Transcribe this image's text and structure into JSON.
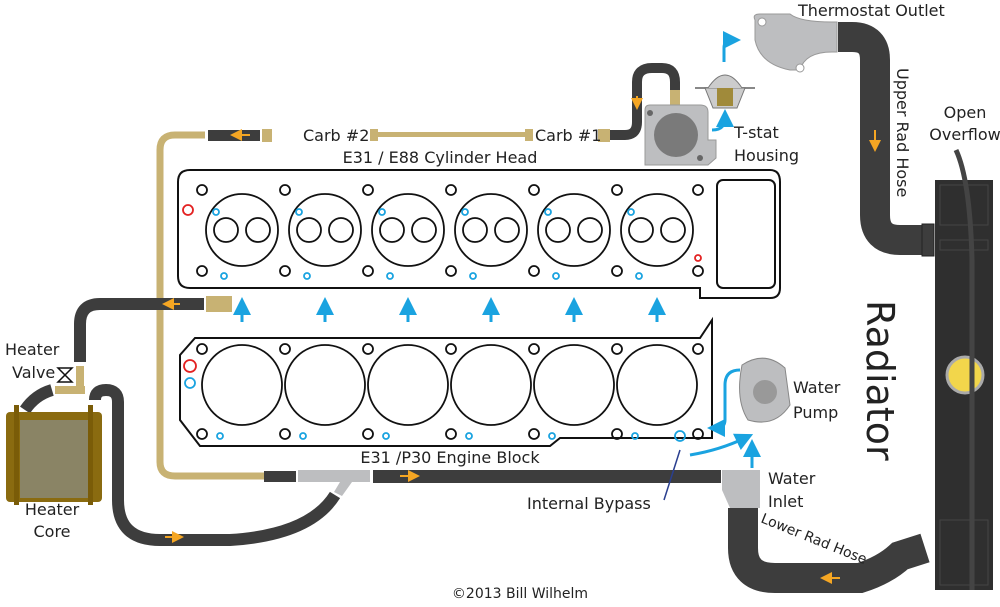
{
  "labels": {
    "thermostat_outlet": "Thermostat Outlet",
    "upper_rad_hose": "Upper Rad Hose",
    "open_overflow_1": "Open",
    "open_overflow_2": "Overflow",
    "tstat_housing_1": "T-stat",
    "tstat_housing_2": "Housing",
    "carb2": "Carb #2",
    "carb1": "Carb #1",
    "cylinder_head": "E31 / E88 Cylinder Head",
    "engine_block": "E31 /P30 Engine Block",
    "radiator": "Radiator",
    "water_pump_1": "Water",
    "water_pump_2": "Pump",
    "water_inlet_1": "Water",
    "water_inlet_2": "Inlet",
    "lower_rad_hose": "Lower Rad Hose",
    "internal_bypass": "Internal Bypass",
    "heater_valve_1": "Heater",
    "heater_valve_2": "Valve",
    "heater_core_1": "Heater",
    "heater_core_2": "Core",
    "copyright": "©2013 Bill Wilhelm"
  },
  "colors": {
    "hose": "#3d3d3d",
    "brass": "#c8b273",
    "flow_arrow_blue": "#1aa3e0",
    "flow_arrow_orange": "#f5a623",
    "aluminum": "#bdbec0",
    "radiator": "#2f2f2f",
    "heater_core": "#8a8465",
    "cap": "#f2d64b",
    "red_port": "#e32222"
  }
}
